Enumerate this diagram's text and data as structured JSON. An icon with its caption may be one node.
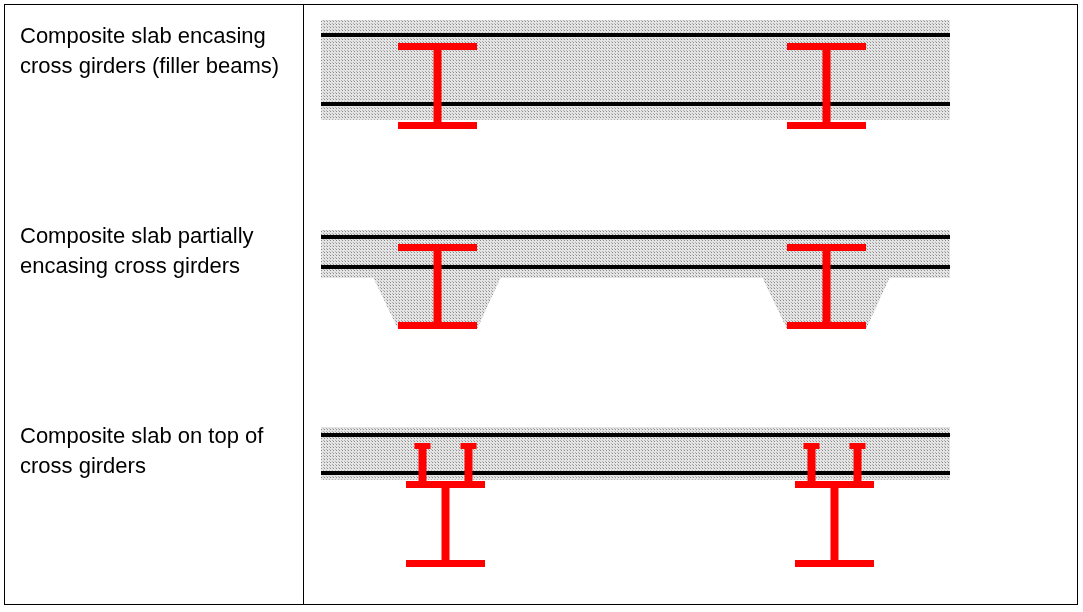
{
  "diagram": {
    "labels": [
      "Composite slab encasing cross girders (filler beams)",
      "Composite slab partially encasing cross girders",
      "Composite slab on top of cross girders"
    ]
  }
}
